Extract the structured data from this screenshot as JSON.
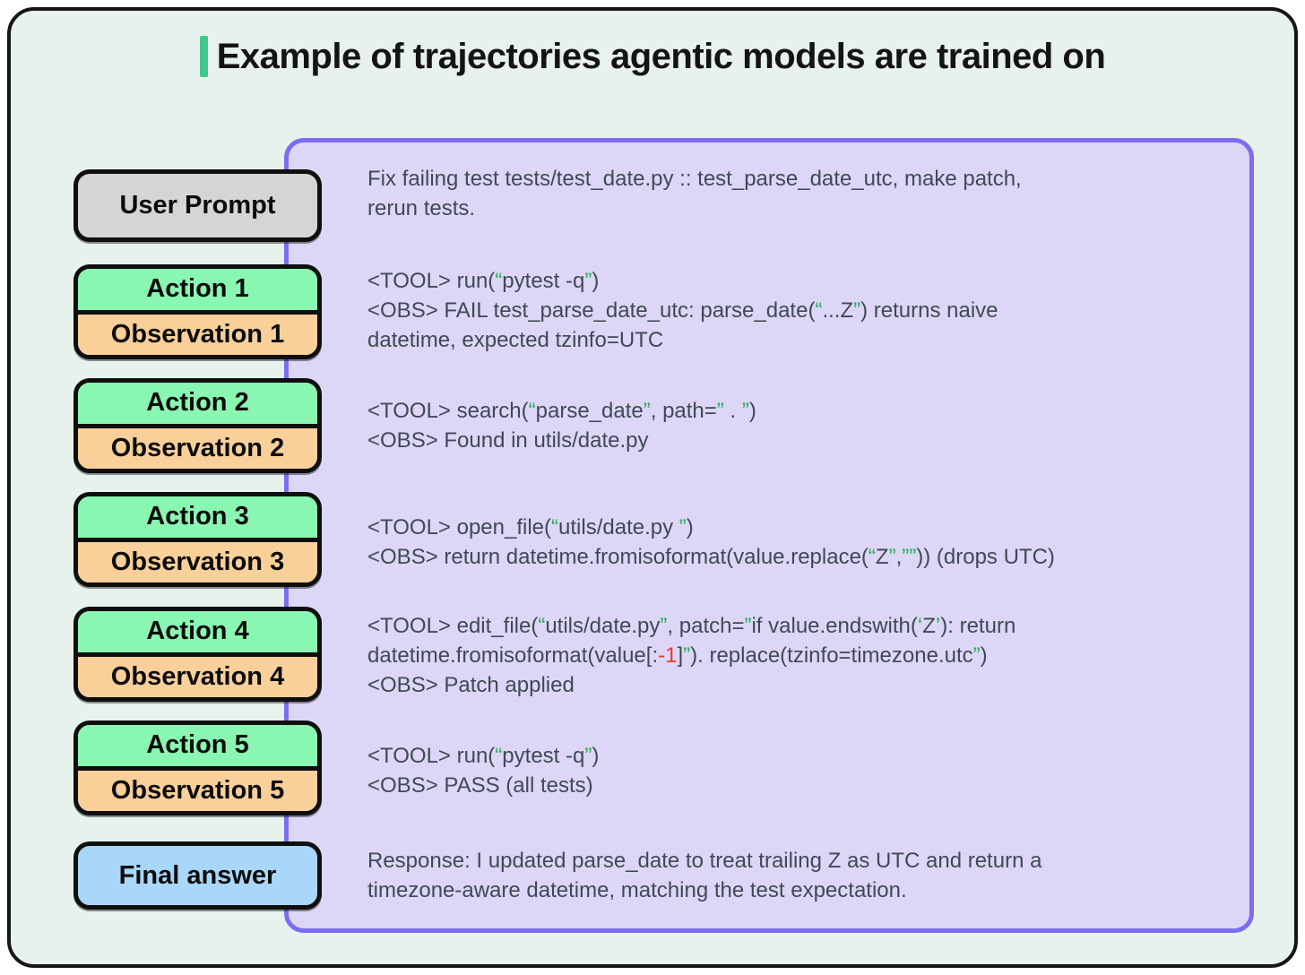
{
  "title": "Example of trajectories agentic models are trained on",
  "colors": {
    "background": "#e7f2ed",
    "panel_fill": "#ddd6f6",
    "panel_border": "#7c6cf2",
    "action_fill": "#89f6b1",
    "observation_fill": "#f9cf9a",
    "prompt_fill": "#d5d5d5",
    "final_fill": "#a8d7f9",
    "text": "#3e4a54",
    "quote_green": "#21b14e",
    "highlight_red": "#ea3a2a",
    "accent_green": "#3fc98c"
  },
  "boxes": {
    "user_prompt": "User Prompt",
    "pairs": [
      {
        "action": "Action 1",
        "observation": "Observation 1"
      },
      {
        "action": "Action 2",
        "observation": "Observation 2"
      },
      {
        "action": "Action 3",
        "observation": "Observation 3"
      },
      {
        "action": "Action 4",
        "observation": "Observation 4"
      },
      {
        "action": "Action 5",
        "observation": "Observation 5"
      }
    ],
    "final": "Final answer"
  },
  "blocks": {
    "prompt": {
      "lines": [
        [
          {
            "t": "Fix failing test tests/test_date.py :: test_parse_date_utc, make patch,"
          }
        ],
        [
          {
            "t": "rerun tests."
          }
        ]
      ]
    },
    "step1": {
      "lines": [
        [
          {
            "t": "<TOOL> run("
          },
          {
            "t": "“",
            "c": "g"
          },
          {
            "t": "pytest -q"
          },
          {
            "t": "”",
            "c": "g"
          },
          {
            "t": ")"
          }
        ],
        [
          {
            "t": "<OBS> FAIL test_parse_date_utc: parse_date("
          },
          {
            "t": "“",
            "c": "g"
          },
          {
            "t": "...Z"
          },
          {
            "t": "”",
            "c": "g"
          },
          {
            "t": ") returns naive"
          }
        ],
        [
          {
            "t": "datetime, expected tzinfo=UTC"
          }
        ]
      ]
    },
    "step2": {
      "lines": [
        [
          {
            "t": "<TOOL> search("
          },
          {
            "t": "“",
            "c": "g"
          },
          {
            "t": "parse_date"
          },
          {
            "t": "”",
            "c": "g"
          },
          {
            "t": ", path="
          },
          {
            "t": "”",
            "c": "g"
          },
          {
            "t": " . "
          },
          {
            "t": "”",
            "c": "g"
          },
          {
            "t": ")"
          }
        ],
        [
          {
            "t": "<OBS> Found in utils/date.py"
          }
        ]
      ]
    },
    "step3": {
      "lines": [
        [
          {
            "t": "<TOOL> open_file("
          },
          {
            "t": "“",
            "c": "g"
          },
          {
            "t": "utils/date.py "
          },
          {
            "t": "”",
            "c": "g"
          },
          {
            "t": ")"
          }
        ],
        [
          {
            "t": "<OBS> return datetime.fromisoformat(value.replace("
          },
          {
            "t": "“",
            "c": "g"
          },
          {
            "t": "Z"
          },
          {
            "t": "”",
            "c": "g"
          },
          {
            "t": ","
          },
          {
            "t": "””",
            "c": "g"
          },
          {
            "t": ")) (drops UTC)"
          }
        ]
      ]
    },
    "step4": {
      "lines": [
        [
          {
            "t": "<TOOL> edit_file("
          },
          {
            "t": "“",
            "c": "g"
          },
          {
            "t": "utils/date.py"
          },
          {
            "t": "”",
            "c": "g"
          },
          {
            "t": ", patch="
          },
          {
            "t": "”",
            "c": "g"
          },
          {
            "t": "if value.endswith("
          },
          {
            "t": "‘",
            "c": "g"
          },
          {
            "t": "Z"
          },
          {
            "t": "’",
            "c": "g"
          },
          {
            "t": "): return"
          }
        ],
        [
          {
            "t": "datetime.fromisoformat(value[:"
          },
          {
            "t": "-1",
            "c": "r"
          },
          {
            "t": "]"
          },
          {
            "t": "”",
            "c": "g"
          },
          {
            "t": "). replace(tzinfo=timezone.utc"
          },
          {
            "t": "”",
            "c": "g"
          },
          {
            "t": ")"
          }
        ],
        [
          {
            "t": "<OBS> Patch applied"
          }
        ]
      ]
    },
    "step5": {
      "lines": [
        [
          {
            "t": "<TOOL> run("
          },
          {
            "t": "“",
            "c": "g"
          },
          {
            "t": "pytest -q"
          },
          {
            "t": "”",
            "c": "g"
          },
          {
            "t": ")"
          }
        ],
        [
          {
            "t": "<OBS> PASS (all tests)"
          }
        ]
      ]
    },
    "final": {
      "lines": [
        [
          {
            "t": "Response: I updated parse_date to treat trailing Z as UTC and return a"
          }
        ],
        [
          {
            "t": "timezone-aware datetime, matching the test expectation."
          }
        ]
      ]
    }
  }
}
